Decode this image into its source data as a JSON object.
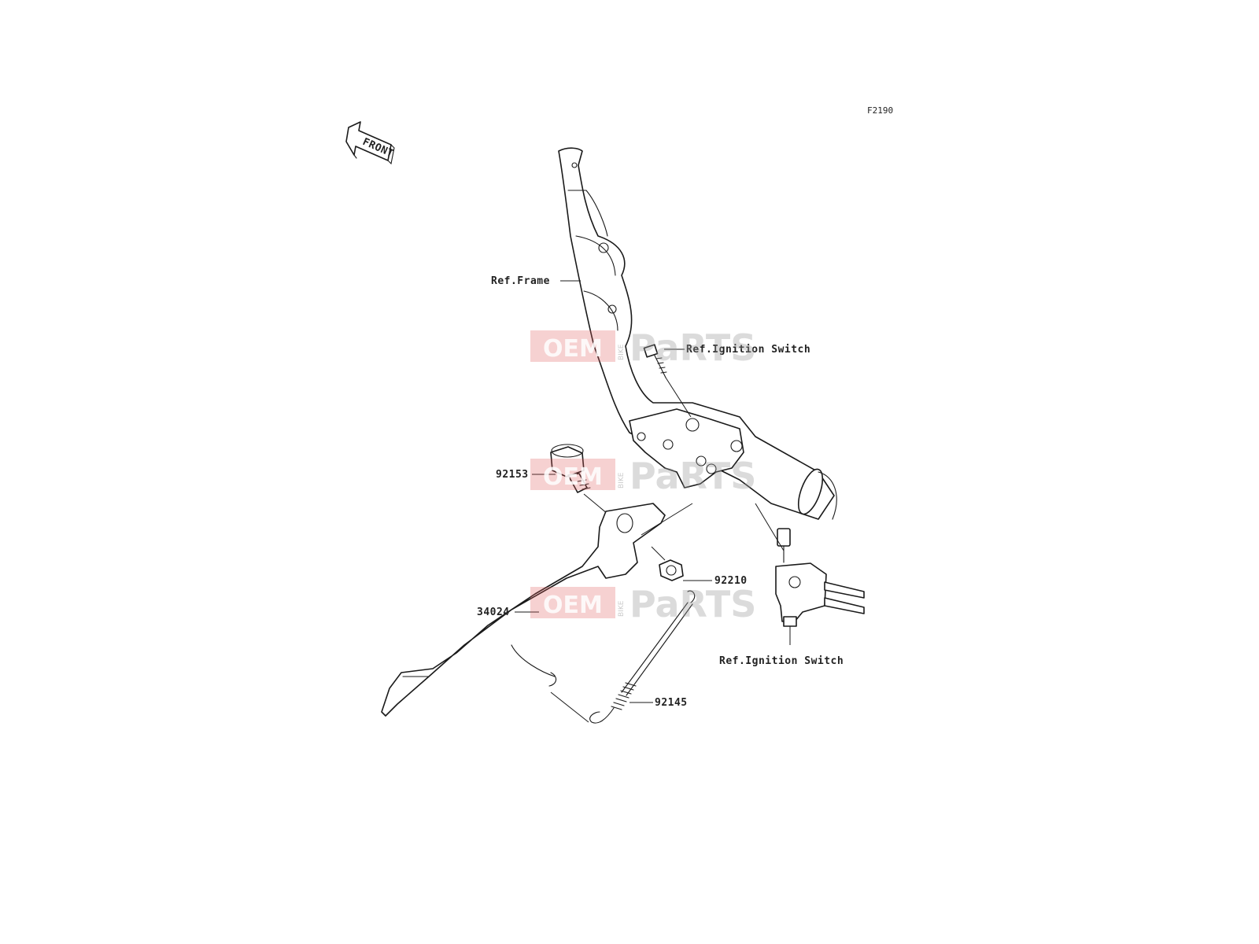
{
  "diagram_code": "F2190",
  "front_marker": "FRONT",
  "watermark": {
    "oem": "OEM",
    "bike": "BIKE",
    "parts": "PaRTS"
  },
  "labels": {
    "ref_frame": "Ref.Frame",
    "ref_ignition_switch_top": "Ref.Ignition Switch",
    "ref_ignition_switch_bottom": "Ref.Ignition Switch",
    "part_92153": "92153",
    "part_92210": "92210",
    "part_34024": "34024",
    "part_92145": "92145"
  }
}
